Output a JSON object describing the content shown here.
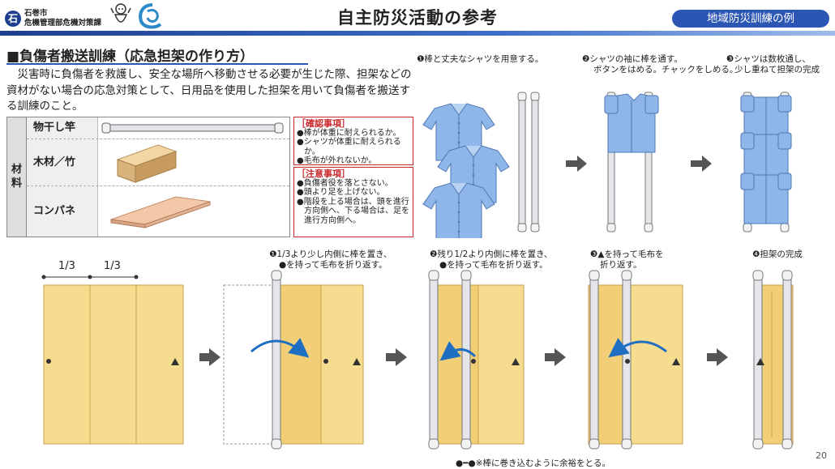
{
  "header": {
    "org_badge": "石",
    "org_city": "石巻市",
    "org_dept": "危機管理部危機対策課",
    "title": "自主防災活動の参考",
    "tag": "地域防災訓練の例"
  },
  "section": {
    "title": "■負傷者搬送訓練（応急担架の作り方）",
    "description": "　災害時に負傷者を救護し、安全な場所へ移動させる必要が生じた際、担架などの資材がない場合の応急対策として、日用品を使用した担架を用いて負傷者を搬送する訓練のこと。"
  },
  "materials": {
    "header": "材料",
    "items": [
      "物干し竿",
      "木材／竹",
      "コンパネ"
    ]
  },
  "notes": {
    "check": {
      "title": "［確認事項］",
      "items": [
        "●棒が体重に耐えられるか。",
        "●シャツが体重に耐えられるか。",
        "●毛布が外れないか。"
      ]
    },
    "caution": {
      "title": "［注意事項］",
      "items": [
        "●負傷者役を落とさない。",
        "●頭より足を上げない。",
        "●階段を上る場合は、頭を進行方向側へ、下る場合は、足を進行方向側へ。"
      ]
    }
  },
  "shirt_steps": [
    {
      "line1": "❶棒と丈夫なシャツを用意する。",
      "line2": ""
    },
    {
      "line1": "❷シャツの袖に棒を通す。",
      "line2": "ボタンをはめる。チャックをしめる。"
    },
    {
      "line1": "❸シャツは数枚通し、",
      "line2": "少し重ねて担架の完成"
    }
  ],
  "blanket_steps": [
    {
      "line1": "❶1/3より少し内側に棒を置き、",
      "line2": "●を持って毛布を折り返す。"
    },
    {
      "line1": "❷残り1/2より内側に棒を置き、",
      "line2": "●を持って毛布を折り返す。"
    },
    {
      "line1": "❸▲を持って毛布を",
      "line2": "折り返す。"
    },
    {
      "line1": "❹担架の完成",
      "line2": ""
    }
  ],
  "fraction_labels": [
    "1/3",
    "1/3"
  ],
  "bottom_note": "●━●※棒に巻き込むように余裕をとる。",
  "page_number": "20",
  "colors": {
    "brand_blue": "#2c56b3",
    "blanket": "#f6dc8f",
    "shirt": "#8fb6e8",
    "pole": "#d6d9de",
    "note_red": "#c8282a",
    "arrow_blue": "#1e6fc2"
  }
}
